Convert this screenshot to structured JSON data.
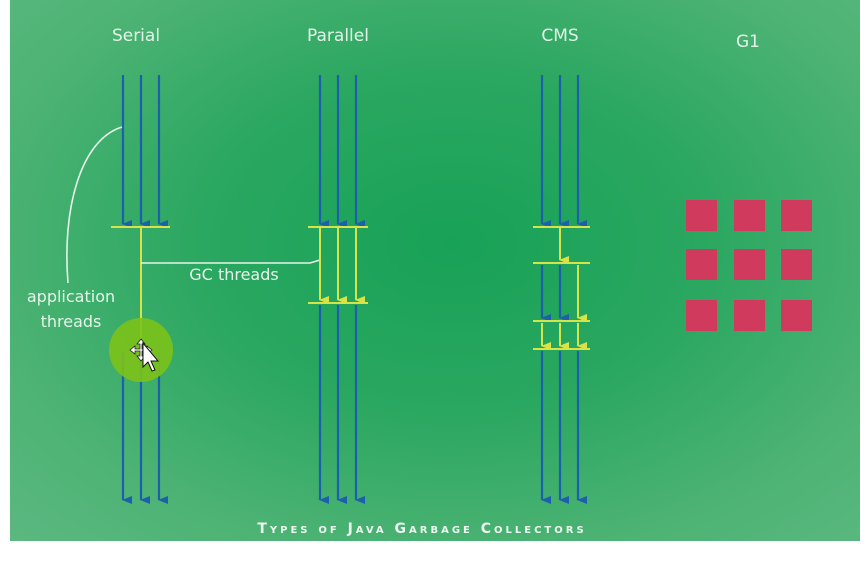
{
  "columns": {
    "serial": "Serial",
    "parallel": "Parallel",
    "cms": "CMS",
    "g1": "G1"
  },
  "labels": {
    "gc_threads": "GC threads",
    "application_line1": "application",
    "application_line2": "threads"
  },
  "footer": "Types of Java Garbage Collectors",
  "colors": {
    "application_thread": "#1c5fae",
    "gc_thread": "#d6e44a",
    "g1_region": "#d03a5c",
    "cursor_highlight": "#7cc21a"
  },
  "icons": {
    "cursor": "arrow-move-cursor-icon"
  }
}
